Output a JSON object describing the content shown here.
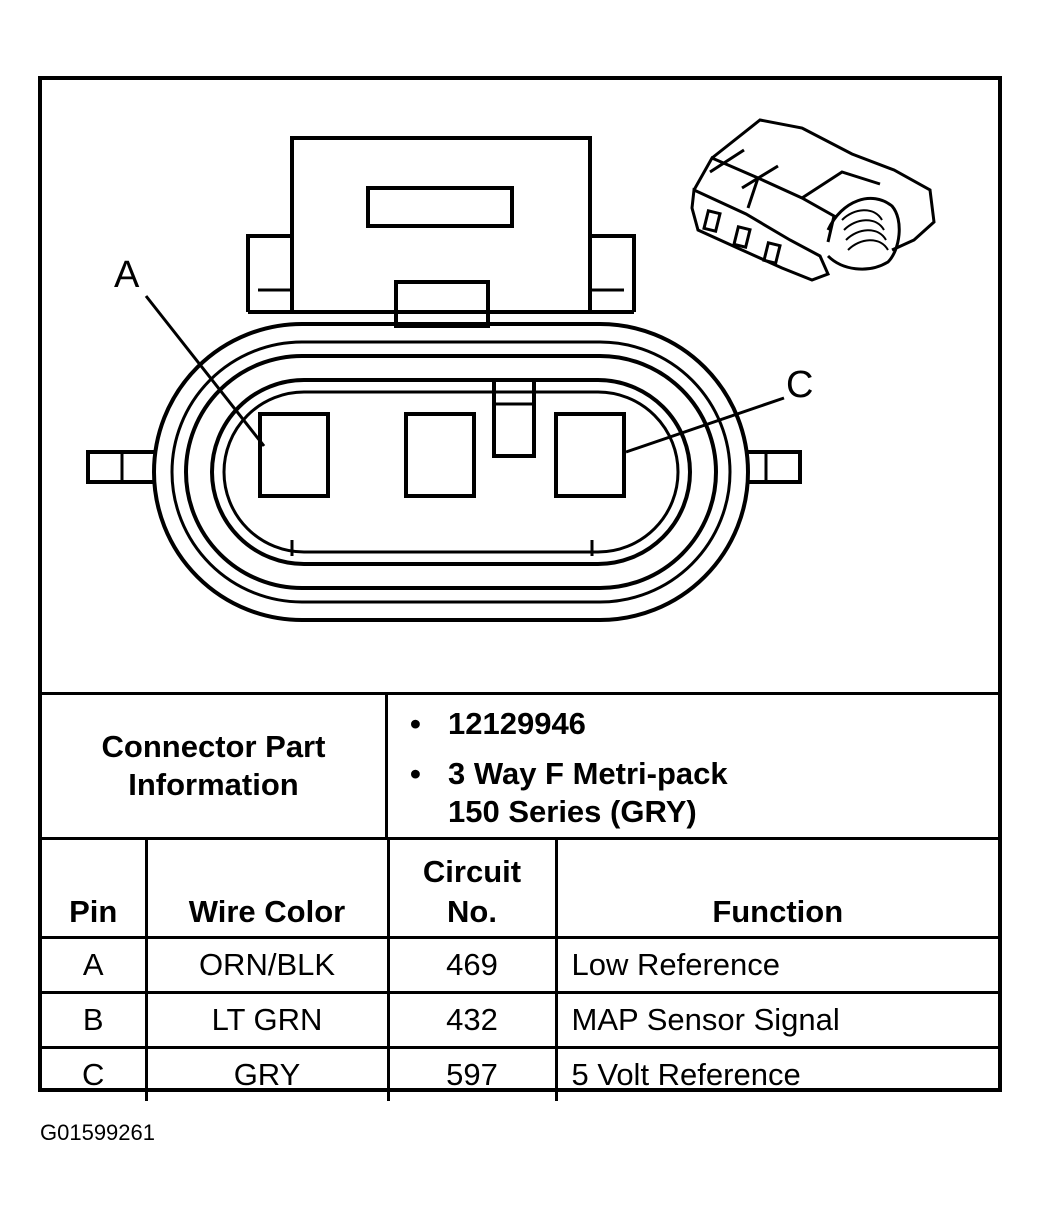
{
  "drawing": {
    "label_a": "A",
    "label_c": "C"
  },
  "info": {
    "title_line1": "Connector Part",
    "title_line2": "Information",
    "bullet_symbol": "•",
    "part_number": "12129946",
    "connector_desc_line1": "3 Way F Metri-pack",
    "connector_desc_line2": "150 Series (GRY)"
  },
  "table": {
    "headers": {
      "pin": "Pin",
      "wire_color": "Wire Color",
      "circuit_line1": "Circuit",
      "circuit_line2": "No.",
      "function": "Function"
    },
    "rows": [
      {
        "pin": "A",
        "wire_color": "ORN/BLK",
        "circuit": "469",
        "function": "Low Reference"
      },
      {
        "pin": "B",
        "wire_color": "LT GRN",
        "circuit": "432",
        "function": "MAP Sensor Signal"
      },
      {
        "pin": "C",
        "wire_color": "GRY",
        "circuit": "597",
        "function": "5 Volt Reference"
      }
    ]
  },
  "figure_id": "G01599261"
}
